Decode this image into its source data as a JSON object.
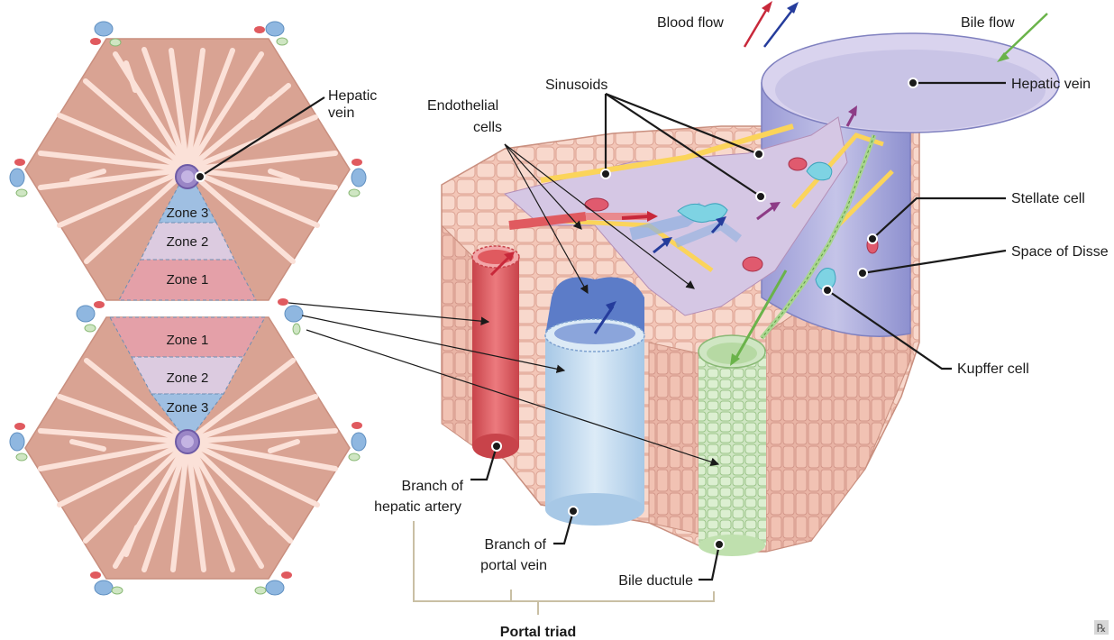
{
  "labels": {
    "hepatic_vein_left": [
      "Hepatic",
      "vein"
    ],
    "zones_top": [
      "Zone 3",
      "Zone 2",
      "Zone 1"
    ],
    "zones_bottom": [
      "Zone 1",
      "Zone 2",
      "Zone 3"
    ],
    "blood_flow": "Blood flow",
    "bile_flow": "Bile flow",
    "sinusoids": "Sinusoids",
    "endothelial_cells": [
      "Endothelial",
      "cells"
    ],
    "hepatic_vein": "Hepatic vein",
    "stellate_cell": "Stellate cell",
    "space_of_disse": "Space of Disse",
    "kupffer_cell": "Kupffer cell",
    "branch_hepatic_artery": [
      "Branch of",
      "hepatic artery"
    ],
    "branch_portal_vein": [
      "Branch of",
      "portal vein"
    ],
    "bile_ductule": "Bile ductule",
    "portal_triad": "Portal triad",
    "rx_mark": "℞"
  },
  "colors": {
    "artery": "#e05a5f",
    "portal_vein": "#bcd8ee",
    "bile_duct": "#cfe6c3",
    "hepatic_vein": "#b3b2de",
    "zone1": "#e4a0a8",
    "zone2": "#dccbe0",
    "zone3": "#9fbfe2",
    "hepatocyte": "#f6cdbf",
    "space_of_disse": "#fbd45a",
    "blood_arrow_red": "#c8283a",
    "blood_arrow_blue": "#253c9c",
    "bile_arrow_green": "#6ab34a",
    "bracket": "#c9bfa4"
  }
}
